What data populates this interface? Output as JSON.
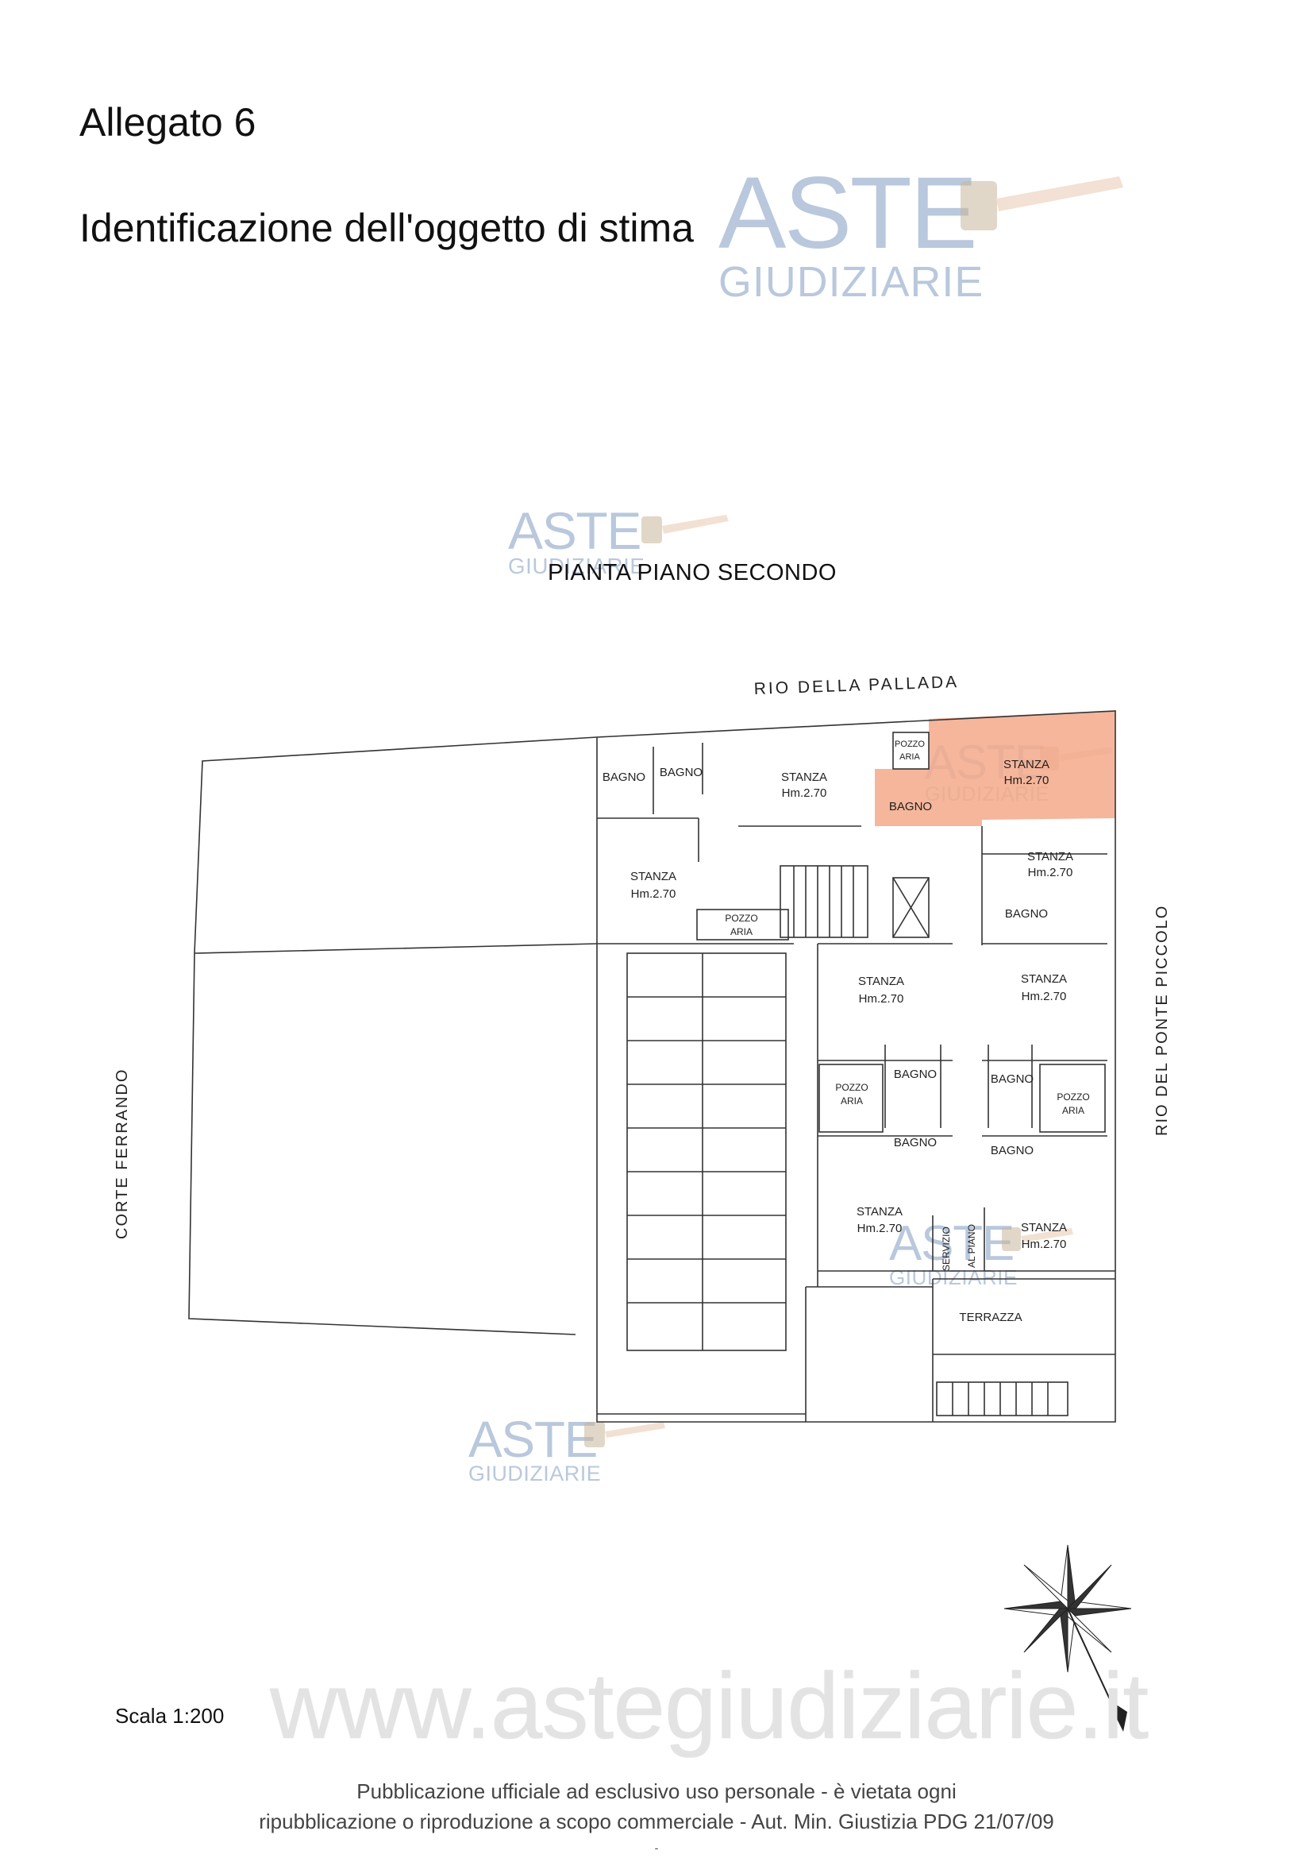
{
  "header": {
    "line1": "Allegato 6",
    "line2": "Identificazione dell'oggetto di stima"
  },
  "watermark": {
    "word1": "ASTE",
    "word2": "GIUDIZIARIE",
    "website": "www.astegiudiziarie.it",
    "color": "#b9c8dc"
  },
  "plan": {
    "title": "PIANTA PIANO SECONDO",
    "streets": {
      "north": "RIO DELLA PALLADA",
      "east": "RIO DEL PONTE PICCOLO",
      "west": "CORTE FERRANDO"
    },
    "highlight_color": "#f3a98a",
    "rooms": {
      "bagno": "BAGNO",
      "stanza": "STANZA",
      "height": "Hm.2.70",
      "height_highlight": "Hm.2.70",
      "pozzo": "POZZO",
      "aria": "ARIA",
      "servizio": "SERVIZIO",
      "al_piano": "AL PIANO",
      "terrazza": "TERRAZZA"
    }
  },
  "scale": "Scala 1:200",
  "footer": {
    "line1": "Pubblicazione ufficiale ad esclusivo uso personale - è vietata ogni",
    "line2": "ripubblicazione o riproduzione a scopo commerciale - Aut. Min. Giustizia PDG 21/07/09",
    "line3": "-"
  }
}
